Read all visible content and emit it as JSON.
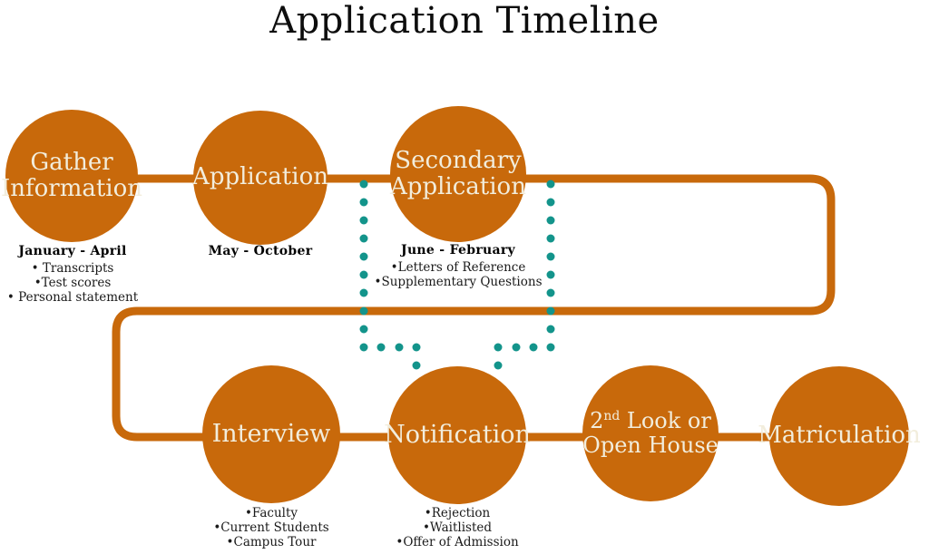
{
  "title": "Application Timeline",
  "colors": {
    "orange": "#C8690B",
    "teal": "#13948B",
    "cream": "#F2EDDC",
    "ink": "#1A1A1A"
  },
  "circles": {
    "gather": {
      "label": "Gather\nInformation",
      "date": "January - April",
      "bullets": [
        "• Transcripts",
        "•Test scores",
        "• Personal statement"
      ]
    },
    "application": {
      "label": "Application",
      "date": "May - October"
    },
    "secondary": {
      "label": "Secondary\nApplication",
      "date": "June - February",
      "bullets": [
        "•Letters of Reference",
        "•Supplementary Questions"
      ]
    },
    "interview": {
      "label": "Interview",
      "bullets": [
        "•Faculty",
        "•Current Students",
        "•Campus Tour"
      ]
    },
    "notification": {
      "label": "Notification",
      "bullets": [
        "•Rejection",
        "•Waitlisted",
        "•Offer of Admission"
      ]
    },
    "secondlook": {
      "label_num": "2",
      "label_sup": "nd",
      "label_rest": " Look or\nOpen House"
    },
    "matriculation": {
      "label": "Matriculation"
    }
  }
}
